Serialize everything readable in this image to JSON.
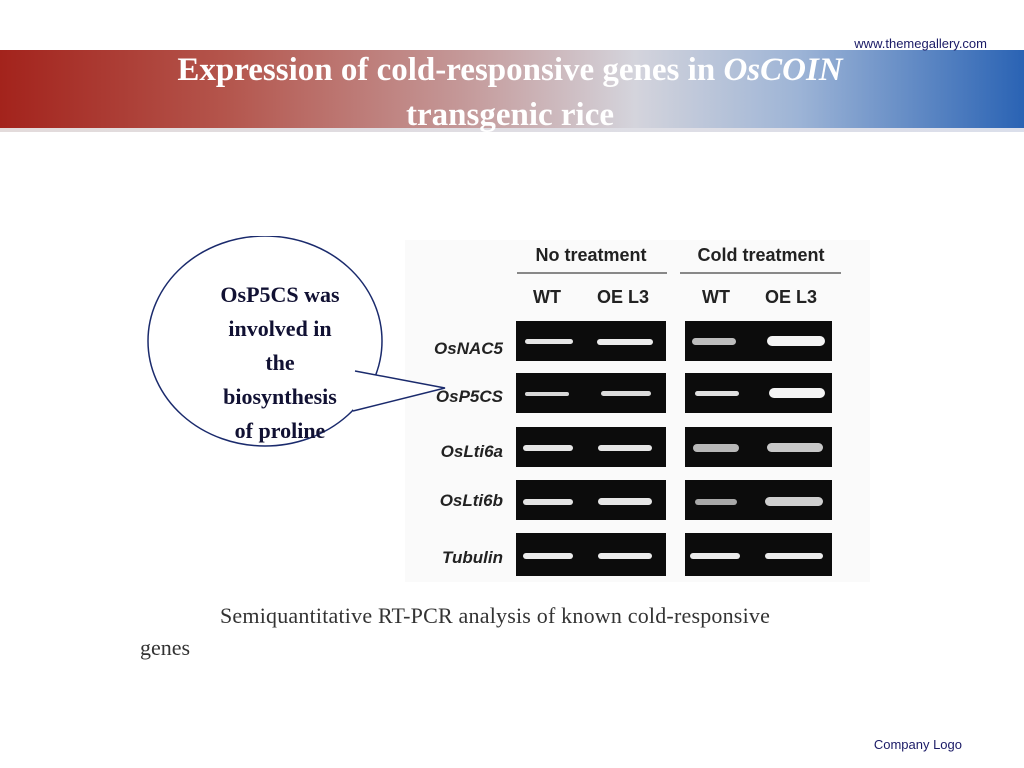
{
  "header": {
    "site_url": "www.themegallery.com",
    "title_part1": "Expression of cold-responsive genes in ",
    "title_italic": "OsCOIN",
    "title_part2": "transgenic rice"
  },
  "callout": {
    "text_lines": [
      "OsP5CS was",
      "involved in",
      "the",
      "biosynthesis",
      "of proline"
    ]
  },
  "figure": {
    "group_headers": [
      "No treatment",
      "Cold treatment"
    ],
    "lane_labels": [
      "WT",
      "OE L3",
      "WT",
      "OE L3"
    ],
    "genes": [
      "OsNAC5",
      "OsP5CS",
      "OsLti6a",
      "OsLti6b",
      "Tubulin"
    ],
    "caption_line1": "Semiquantitative RT-PCR analysis of known cold-responsive",
    "caption_line2": "genes"
  },
  "footer": {
    "logo_text": "Company Logo"
  }
}
